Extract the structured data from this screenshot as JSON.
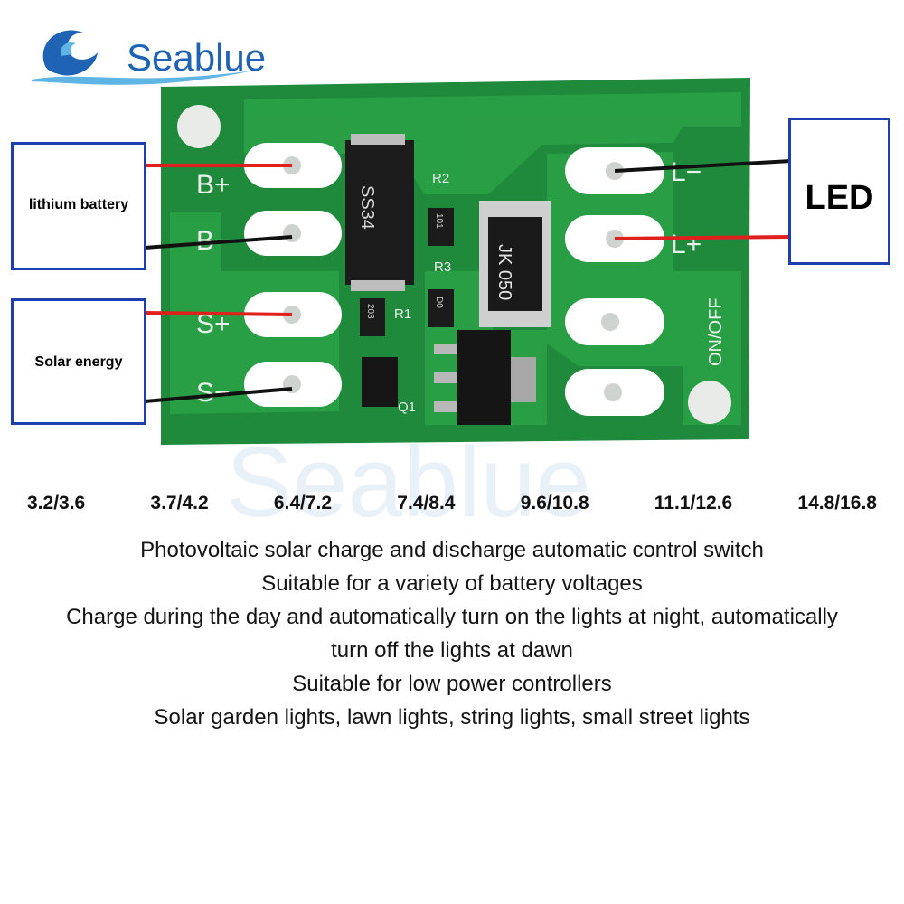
{
  "brand": {
    "name": "Seablue",
    "colors": {
      "brand_blue": "#1e63b4",
      "wave_light": "#5fb4e6"
    }
  },
  "board": {
    "silkscreen": {
      "b_plus": "B+",
      "b_minus": "B−",
      "s_plus": "S+",
      "s_minus": "S−",
      "l_minus": "L−",
      "l_plus": "L+",
      "r1": "R1",
      "r2": "R2",
      "r3": "R3",
      "q1": "Q1",
      "on_off": "ON/OFF"
    },
    "components": {
      "diode_marking": "SS34",
      "inductor_marking": "JK 050",
      "resistor_r2_marking": "101",
      "resistor_r3_marking": "D0",
      "resistor_r1_marking": "203"
    },
    "colors": {
      "pcb_green": "#1f8a3b",
      "trace_green": "#2da548",
      "pad": "#ffffff",
      "wire_red": "#e0201c",
      "wire_black": "#111111"
    }
  },
  "labels": {
    "battery": "lithium battery",
    "solar": "Solar energy",
    "led": "LED",
    "box_border_color": "#1f3fae"
  },
  "voltages": [
    "3.2/3.6",
    "3.7/4.2",
    "6.4/7.2",
    "7.4/8.4",
    "9.6/10.8",
    "11.1/12.6",
    "14.8/16.8"
  ],
  "description": [
    "Photovoltaic solar charge and discharge automatic control switch",
    "Suitable for a variety of battery voltages",
    "Charge during the day and automatically turn on the lights at night, automatically",
    "turn off the lights at dawn",
    "Suitable for low power controllers",
    "Solar garden lights, lawn lights, string lights, small street lights"
  ]
}
